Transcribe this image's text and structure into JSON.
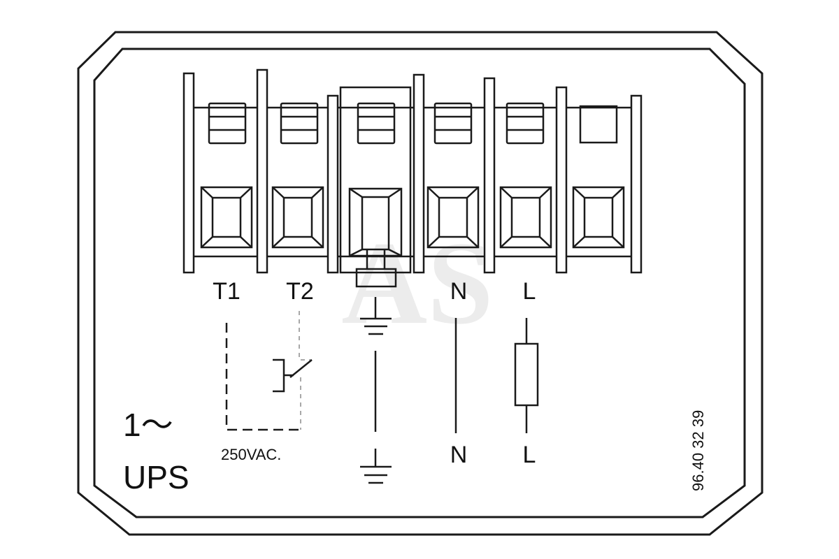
{
  "labels": {
    "t1": "T1",
    "t2": "T2",
    "n_top": "N",
    "l_top": "L",
    "n_bottom": "N",
    "l_bottom": "L",
    "voltage": "250VAC.",
    "phase": "1～",
    "ups": "UPS",
    "part_number": "96.40 32 39"
  },
  "watermark": "AS",
  "colors": {
    "line": "#1a1a1a",
    "dashed_gray": "#a8a8a8",
    "watermark": "#ececec"
  }
}
